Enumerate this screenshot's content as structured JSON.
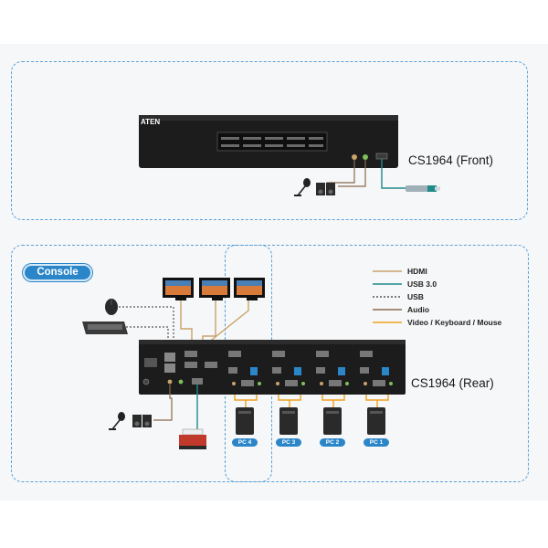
{
  "front": {
    "brand": "ATEN",
    "label": "CS1964 (Front)"
  },
  "rear": {
    "label": "CS1964 (Rear)"
  },
  "console": {
    "badge": "Console"
  },
  "legend": [
    {
      "label": "HDMI",
      "color": "#c9a46a",
      "style": "solid"
    },
    {
      "label": "USB 3.0",
      "color": "#1f8a8a",
      "style": "solid"
    },
    {
      "label": "USB",
      "color": "#555555",
      "style": "dashed"
    },
    {
      "label": "Audio",
      "color": "#8a6a4a",
      "style": "solid"
    },
    {
      "label": "Video / Keyboard / Mouse",
      "color": "#f0a020",
      "style": "solid"
    }
  ],
  "pcs": [
    {
      "label": "PC 4"
    },
    {
      "label": "PC 3"
    },
    {
      "label": "PC 2"
    },
    {
      "label": "PC 1"
    }
  ],
  "colors": {
    "panel_border": "#5aa0d8",
    "accent": "#2a86c8",
    "device_body": "#1c1c1c"
  }
}
